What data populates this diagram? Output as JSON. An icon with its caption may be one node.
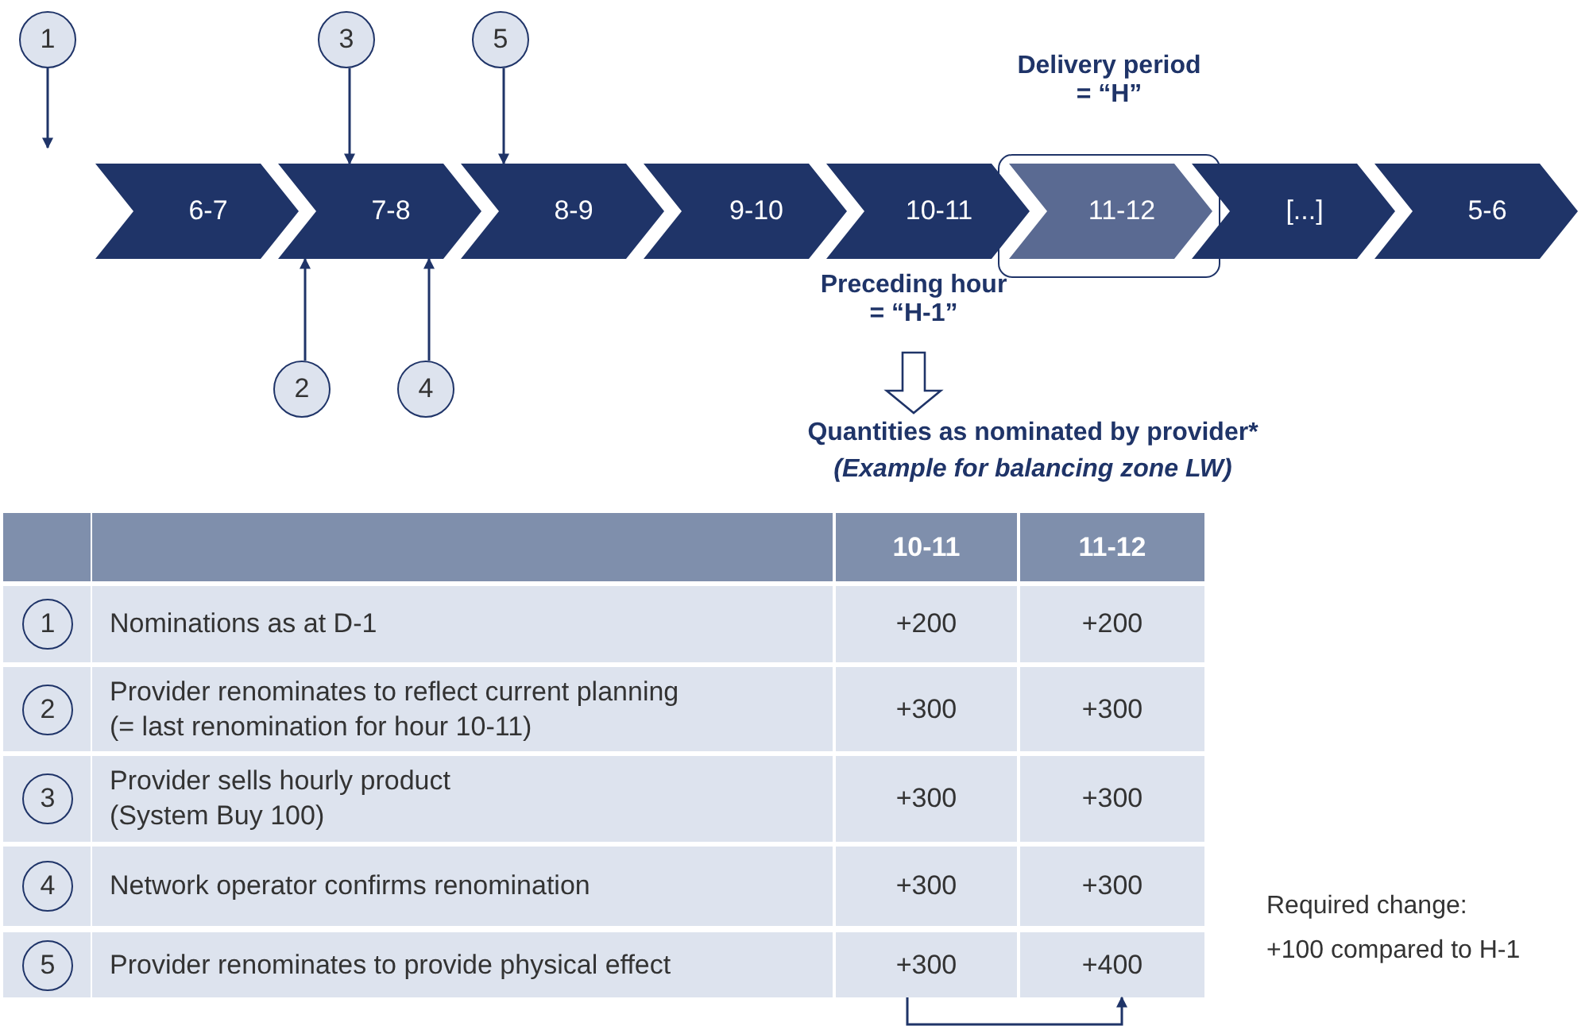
{
  "diagram": {
    "nodes": [
      {
        "text": [
          "1"
        ]
      },
      {
        "text": [
          "3"
        ]
      },
      {
        "text": [
          "5"
        ]
      },
      {
        "text": [
          "Delivery period = “H”"
        ]
      },
      {
        "text": [
          "6-7"
        ]
      },
      {
        "text": [
          "7-8"
        ]
      },
      {
        "text": [
          "8-9"
        ]
      },
      {
        "text": [
          "9-10"
        ]
      },
      {
        "text": [
          "10-11"
        ]
      },
      {
        "text": [
          "11-12"
        ],
        "in": 3
      },
      {
        "text": [
          "[...]"
        ]
      },
      {
        "text": [
          "5-6"
        ]
      },
      {
        "text": [
          "Preceding hour = “H-1”"
        ]
      },
      {
        "text": [
          "2"
        ]
      },
      {
        "text": [
          "4"
        ]
      },
      {
        "text": [
          "Quantities as nominated by provider*",
          "(Example for balancing zone LW)"
        ]
      },
      {
        "text": [
          "1"
        ]
      },
      {
        "text": [
          "+200"
        ]
      },
      {
        "text": [
          "+200"
        ]
      },
      {
        "text": [
          "2"
        ]
      },
      {
        "text": [
          "+300"
        ]
      },
      {
        "text": [
          "+300"
        ]
      },
      {
        "text": [
          "3"
        ]
      },
      {
        "text": [
          "+300"
        ]
      },
      {
        "text": [
          "+300"
        ]
      },
      {
        "text": [
          "4"
        ]
      },
      {
        "text": [
          "+300"
        ]
      },
      {
        "text": [
          "+300"
        ]
      },
      {
        "text": [
          "5"
        ]
      },
      {
        "text": [
          "+300"
        ]
      },
      {
        "text": [
          "+400"
        ]
      }
    ],
    "edges": [
      {
        "from": 0,
        "to": null,
        "arrow": "to"
      },
      {
        "from": 1,
        "to": 5,
        "arrow": "to"
      },
      {
        "from": 2,
        "to": 6,
        "arrow": "to"
      },
      {
        "from": 13,
        "to": 5,
        "arrow": "to"
      },
      {
        "from": 14,
        "to": 5,
        "arrow": "to"
      },
      {
        "from": 12,
        "to": 15,
        "arrow": "to",
        "style": "thick"
      },
      {
        "from": 29,
        "to": 30,
        "arrow": "to"
      }
    ],
    "labels": [
      "10-11",
      "11-12",
      "Nominations as at D-1",
      "Provider renominates to reflect current planning (= last renomination for hour 10-11)",
      "Provider sells hourly product (System Buy 100)",
      "Network operator confirms renomination",
      "Provider renominates to provide physical effect",
      "Required change:",
      "+100 compared to H-1"
    ]
  }
}
